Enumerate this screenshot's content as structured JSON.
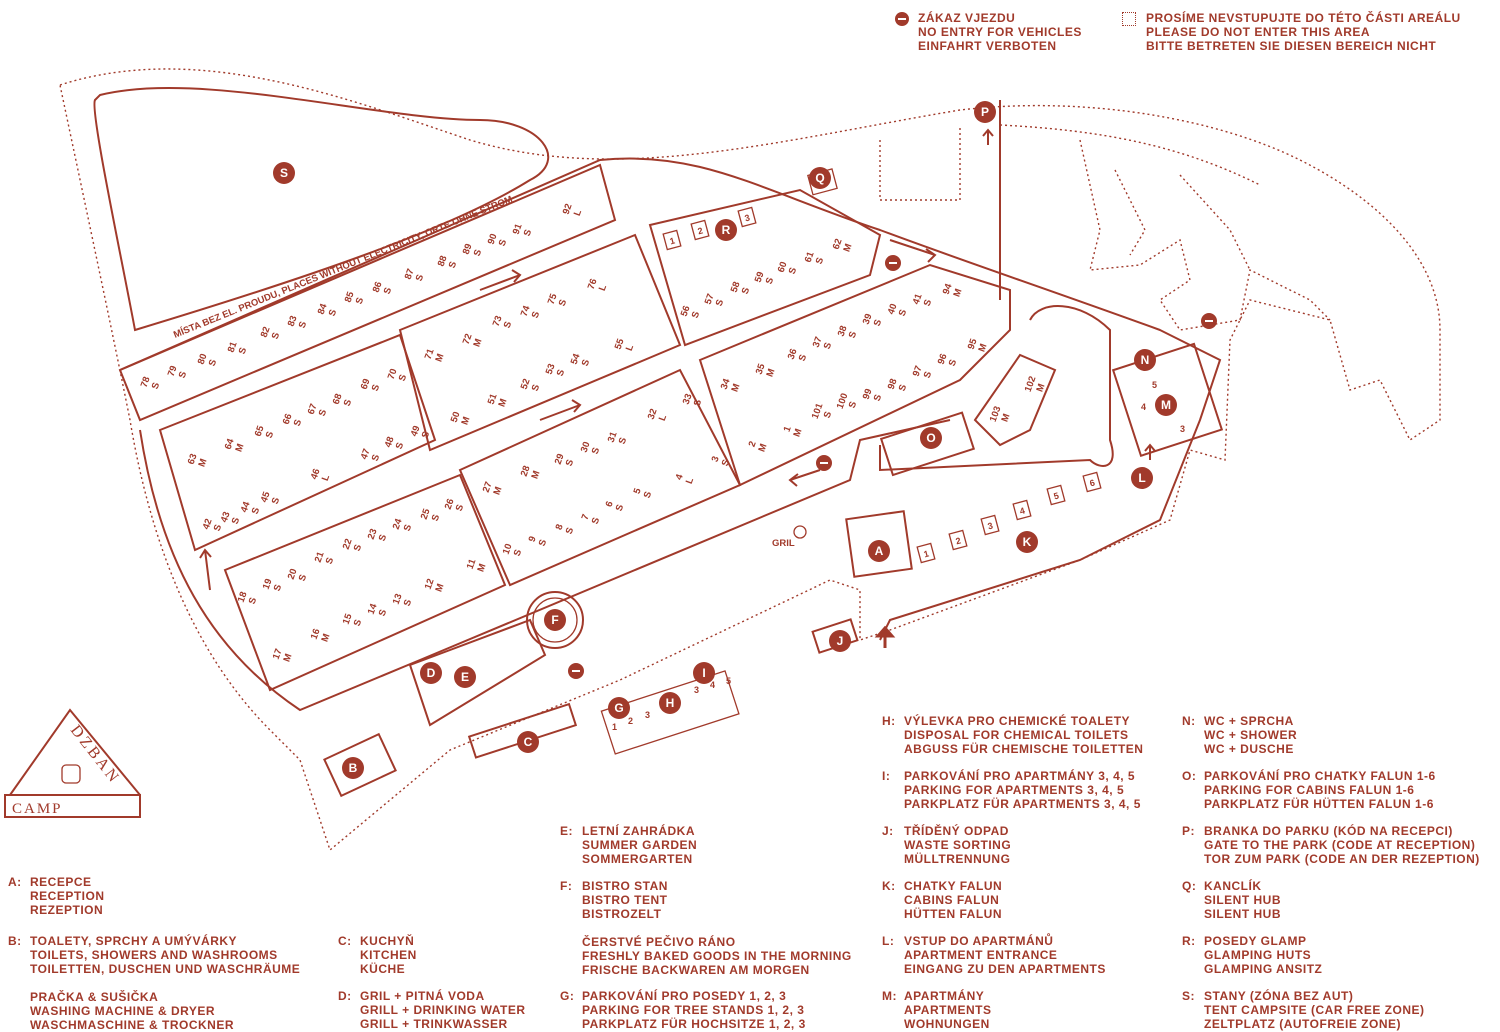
{
  "top_notes": {
    "no_entry": [
      "ZÁKAZ VJEZDU",
      "NO ENTRY FOR VEHICLES",
      "EINFAHRT VERBOTEN"
    ],
    "do_not_enter": [
      "PROSÍME NEVSTUPUJTE DO TÉTO ČÁSTI AREÁLU",
      "PLEASE DO NOT ENTER THIS AREA",
      "BITTE BETRETEN SIE DIESEN BEREICH NICHT"
    ]
  },
  "logo": {
    "word1": "DZBAN",
    "word2": "CAMP",
    "icon": "jug-logo-icon"
  },
  "map_labels": {
    "no_electricity": "MÍSTA BEZ EL. PROUDU, PLACES WITHOUT ELECTRICITY, ORTE OHNE STROM",
    "gril": "GRIL"
  },
  "markers": [
    "A",
    "B",
    "C",
    "D",
    "E",
    "F",
    "G",
    "H",
    "I",
    "J",
    "K",
    "L",
    "M",
    "N",
    "O",
    "P",
    "Q",
    "R",
    "S"
  ],
  "pitches": [
    [
      "92",
      "L"
    ],
    [
      "91",
      "S"
    ],
    [
      "90",
      "S"
    ],
    [
      "89",
      "S"
    ],
    [
      "88",
      "S"
    ],
    [
      "87",
      "S"
    ],
    [
      "86",
      "S"
    ],
    [
      "85",
      "S"
    ],
    [
      "84",
      "S"
    ],
    [
      "83",
      "S"
    ],
    [
      "82",
      "S"
    ],
    [
      "81",
      "S"
    ],
    [
      "80",
      "S"
    ],
    [
      "79",
      "S"
    ],
    [
      "78",
      "S"
    ],
    [
      "76",
      "L"
    ],
    [
      "75",
      "S"
    ],
    [
      "74",
      "S"
    ],
    [
      "73",
      "S"
    ],
    [
      "72",
      "M"
    ],
    [
      "71",
      "M"
    ],
    [
      "55",
      "L"
    ],
    [
      "54",
      "S"
    ],
    [
      "53",
      "S"
    ],
    [
      "52",
      "S"
    ],
    [
      "51",
      "M"
    ],
    [
      "50",
      "M"
    ],
    [
      "70",
      "S"
    ],
    [
      "69",
      "S"
    ],
    [
      "68",
      "S"
    ],
    [
      "67",
      "S"
    ],
    [
      "66",
      "S"
    ],
    [
      "65",
      "S"
    ],
    [
      "64",
      "M"
    ],
    [
      "63",
      "M"
    ],
    [
      "49",
      "S"
    ],
    [
      "48",
      "S"
    ],
    [
      "47",
      "S"
    ],
    [
      "46",
      "L"
    ],
    [
      "45",
      "S"
    ],
    [
      "44",
      "S"
    ],
    [
      "43",
      "S"
    ],
    [
      "42",
      "S"
    ],
    [
      "33",
      "S"
    ],
    [
      "32",
      "L"
    ],
    [
      "31",
      "S"
    ],
    [
      "30",
      "S"
    ],
    [
      "29",
      "S"
    ],
    [
      "28",
      "M"
    ],
    [
      "27",
      "M"
    ],
    [
      "3",
      "S"
    ],
    [
      "4",
      "L"
    ],
    [
      "5",
      "S"
    ],
    [
      "6",
      "S"
    ],
    [
      "7",
      "S"
    ],
    [
      "8",
      "S"
    ],
    [
      "9",
      "S"
    ],
    [
      "10",
      "S"
    ],
    [
      "26",
      "S"
    ],
    [
      "25",
      "S"
    ],
    [
      "24",
      "S"
    ],
    [
      "23",
      "S"
    ],
    [
      "22",
      "S"
    ],
    [
      "21",
      "S"
    ],
    [
      "20",
      "S"
    ],
    [
      "19",
      "S"
    ],
    [
      "18",
      "S"
    ],
    [
      "11",
      "M"
    ],
    [
      "12",
      "M"
    ],
    [
      "13",
      "S"
    ],
    [
      "14",
      "S"
    ],
    [
      "15",
      "S"
    ],
    [
      "16",
      "M"
    ],
    [
      "17",
      "M"
    ],
    [
      "62",
      "M"
    ],
    [
      "61",
      "S"
    ],
    [
      "60",
      "S"
    ],
    [
      "59",
      "S"
    ],
    [
      "58",
      "S"
    ],
    [
      "57",
      "S"
    ],
    [
      "56",
      "S"
    ],
    [
      "94",
      "M"
    ],
    [
      "41",
      "S"
    ],
    [
      "40",
      "S"
    ],
    [
      "39",
      "S"
    ],
    [
      "38",
      "S"
    ],
    [
      "37",
      "S"
    ],
    [
      "36",
      "S"
    ],
    [
      "35",
      "M"
    ],
    [
      "34",
      "M"
    ],
    [
      "95",
      "M"
    ],
    [
      "96",
      "S"
    ],
    [
      "97",
      "S"
    ],
    [
      "98",
      "S"
    ],
    [
      "99",
      "S"
    ],
    [
      "100",
      "S"
    ],
    [
      "101",
      "S"
    ],
    [
      "1",
      "M"
    ],
    [
      "2",
      "M"
    ],
    [
      "102",
      "M"
    ],
    [
      "103",
      "M"
    ]
  ],
  "small_numbers": {
    "r_huts": [
      "1",
      "2",
      "3"
    ],
    "k_cabins": [
      "1",
      "2",
      "3",
      "4",
      "5",
      "6"
    ],
    "g_parking": [
      "1",
      "2",
      "3"
    ],
    "i_parking": [
      "3",
      "4",
      "5"
    ],
    "m_apartments": [
      "5",
      "4",
      "3"
    ]
  },
  "legend": [
    {
      "key": "A:",
      "lines": [
        "RECEPCE",
        "RECEPTION",
        "REZEPTION"
      ]
    },
    {
      "key": "B:",
      "lines": [
        "TOALETY, SPRCHY A UMÝVÁRKY",
        "TOILETS, SHOWERS AND WASHROOMS",
        "TOILETTEN, DUSCHEN UND WASCHRÄUME",
        "",
        "PRAČKA & SUŠIČKA",
        "WASHING MACHINE & DRYER",
        "WASCHMASCHINE & TROCKNER"
      ]
    },
    {
      "key": "C:",
      "lines": [
        "KUCHYŇ",
        "KITCHEN",
        "KÜCHE"
      ]
    },
    {
      "key": "D:",
      "lines": [
        "GRIL + PITNÁ VODA",
        "GRILL + DRINKING WATER",
        "GRILL + TRINKWASSER"
      ]
    },
    {
      "key": "E:",
      "lines": [
        "LETNÍ ZAHRÁDKA",
        "SUMMER GARDEN",
        "SOMMERGARTEN"
      ]
    },
    {
      "key": "F:",
      "lines": [
        "BISTRO STAN",
        "BISTRO TENT",
        "BISTROZELT",
        "",
        "ČERSTVÉ PEČIVO RÁNO",
        "FRESHLY BAKED GOODS IN THE MORNING",
        "FRISCHE BACKWAREN AM MORGEN"
      ]
    },
    {
      "key": "G:",
      "lines": [
        "PARKOVÁNÍ PRO POSEDY 1, 2, 3",
        "PARKING FOR TREE STANDS 1, 2, 3",
        "PARKPLATZ FÜR HOCHSITZE 1, 2, 3"
      ]
    },
    {
      "key": "H:",
      "lines": [
        "VÝLEVKA PRO CHEMICKÉ TOALETY",
        "DISPOSAL FOR CHEMICAL TOILETS",
        "ABGUSS FÜR CHEMISCHE TOILETTEN"
      ]
    },
    {
      "key": "I:",
      "lines": [
        "PARKOVÁNÍ PRO APARTMÁNY 3, 4, 5",
        "PARKING FOR APARTMENTS 3, 4, 5",
        "PARKPLATZ FÜR APARTMENTS 3, 4, 5"
      ]
    },
    {
      "key": "J:",
      "lines": [
        "TŘÍDĚNÝ ODPAD",
        "WASTE SORTING",
        "MÜLLTRENNUNG"
      ]
    },
    {
      "key": "K:",
      "lines": [
        "CHATKY FALUN",
        "CABINS FALUN",
        "HÜTTEN FALUN"
      ]
    },
    {
      "key": "L:",
      "lines": [
        "VSTUP DO APARTMÁNŮ",
        "APARTMENT ENTRANCE",
        "EINGANG ZU DEN APARTMENTS"
      ]
    },
    {
      "key": "M:",
      "lines": [
        "APARTMÁNY",
        "APARTMENTS",
        "WOHNUNGEN"
      ]
    },
    {
      "key": "N:",
      "lines": [
        "WC + SPRCHA",
        "WC + SHOWER",
        "WC + DUSCHE"
      ]
    },
    {
      "key": "O:",
      "lines": [
        "PARKOVÁNÍ PRO CHATKY FALUN 1-6",
        "PARKING FOR CABINS FALUN 1-6",
        "PARKPLATZ FÜR HÜTTEN FALUN 1-6"
      ]
    },
    {
      "key": "P:",
      "lines": [
        "BRANKA DO PARKU (KÓD NA RECEPCI)",
        "GATE TO THE PARK (CODE AT RECEPTION)",
        "TOR ZUM PARK (CODE AN DER REZEPTION)"
      ]
    },
    {
      "key": "Q:",
      "lines": [
        "KANCLÍK",
        "SILENT HUB",
        "SILENT HUB"
      ]
    },
    {
      "key": "R:",
      "lines": [
        "POSEDY GLAMP",
        "GLAMPING HUTS",
        "GLAMPING ANSITZ"
      ]
    },
    {
      "key": "S:",
      "lines": [
        "STANY (ZÓNA BEZ AUT)",
        "TENT CAMPSITE (CAR FREE ZONE)",
        "ZELTPLATZ (AUTOFREIE ZONE)"
      ]
    }
  ],
  "colors": {
    "ink": "#a13a2b",
    "paper": "#ffffff"
  }
}
